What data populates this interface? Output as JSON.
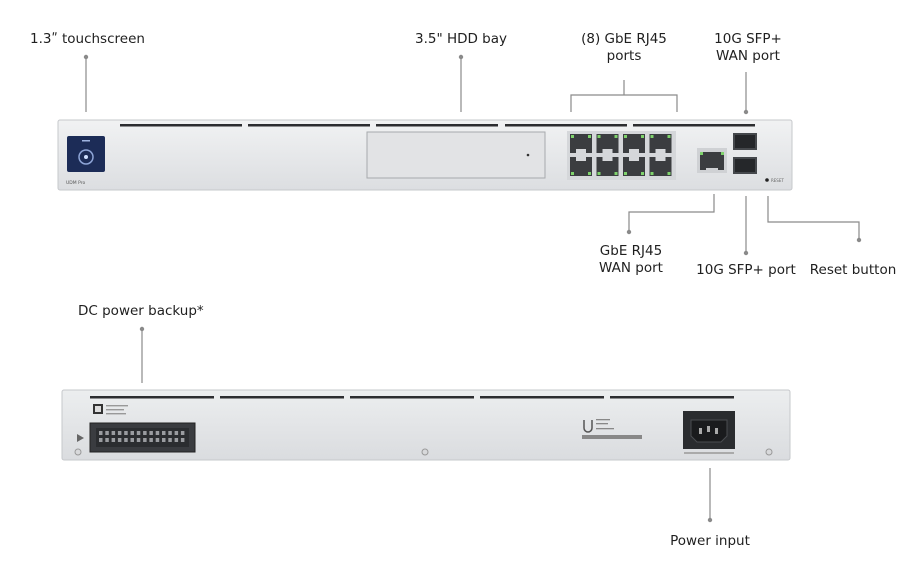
{
  "callouts": {
    "touchscreen": "1.3ʺ touchscreen",
    "hdd_bay": "3.5\" HDD bay",
    "rj45_ports": [
      "(8) GbE RJ45",
      "ports"
    ],
    "sfp_wan": [
      "10G SFP+",
      "WAN port"
    ],
    "rj45_wan": [
      "GbE RJ45",
      "WAN port"
    ],
    "sfp_port": "10G SFP+ port",
    "reset": "Reset button",
    "dc_backup": "DC power backup*",
    "power_input": "Power input"
  },
  "front_panel": {
    "model_text": "UDM Pro",
    "reset_text": "RESET",
    "rj45_count": 8
  },
  "colors": {
    "chassis": "#e7e8ea",
    "chassis_edge": "#c9cbce",
    "line": "#8a8a8a",
    "port": "#3b3d40",
    "port_led": "#7fd36c",
    "screen": "#1c2c57"
  }
}
